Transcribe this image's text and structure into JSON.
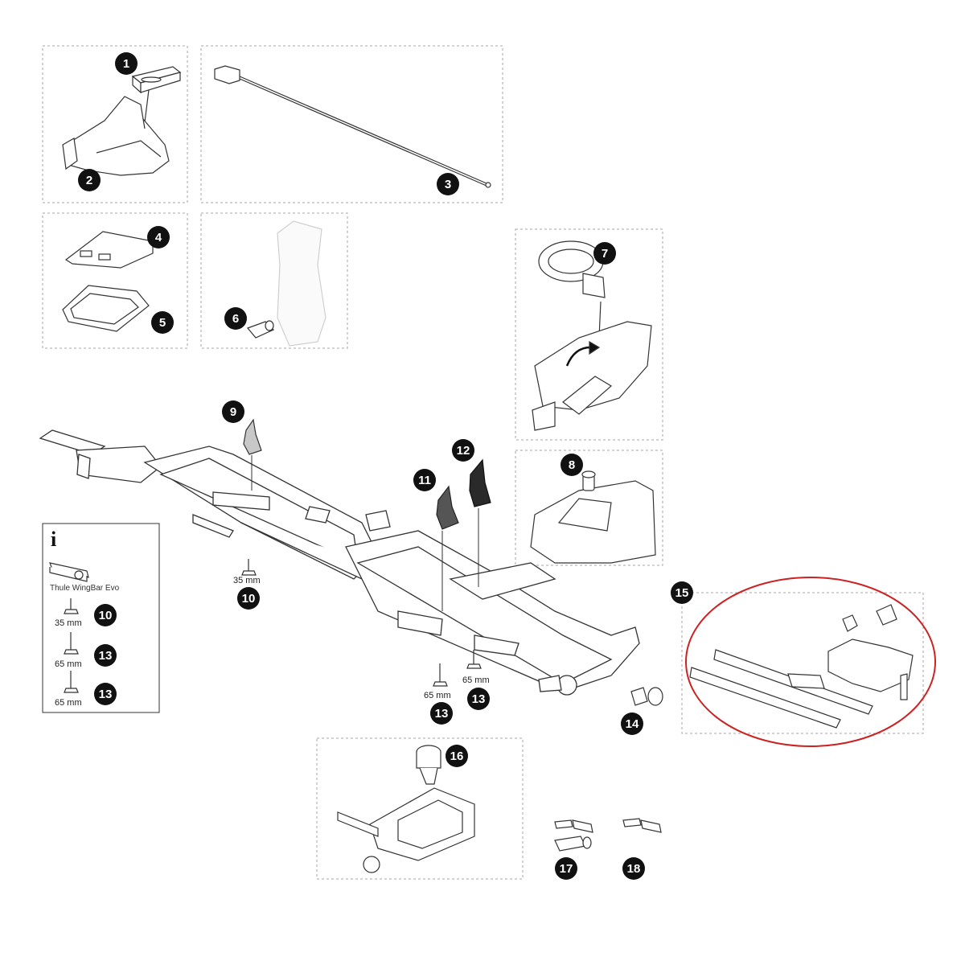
{
  "parts": {
    "p1": "1",
    "p2": "2",
    "p3": "3",
    "p4": "4",
    "p5": "5",
    "p6": "6",
    "p7": "7",
    "p8": "8",
    "p9": "9",
    "p10": "10",
    "p11": "11",
    "p12": "12",
    "p13": "13",
    "p14": "14",
    "p15": "15",
    "p16": "16",
    "p17": "17",
    "p18": "18"
  },
  "dimensions": {
    "d35": "35 mm",
    "d65": "65 mm"
  },
  "info_panel": {
    "icon": "i",
    "caption": "Thule WingBar Evo"
  },
  "colors": {
    "badge": "#111111",
    "highlight": "#cc2222",
    "dashed_border": "#9a9a9a",
    "line": "#444444"
  }
}
